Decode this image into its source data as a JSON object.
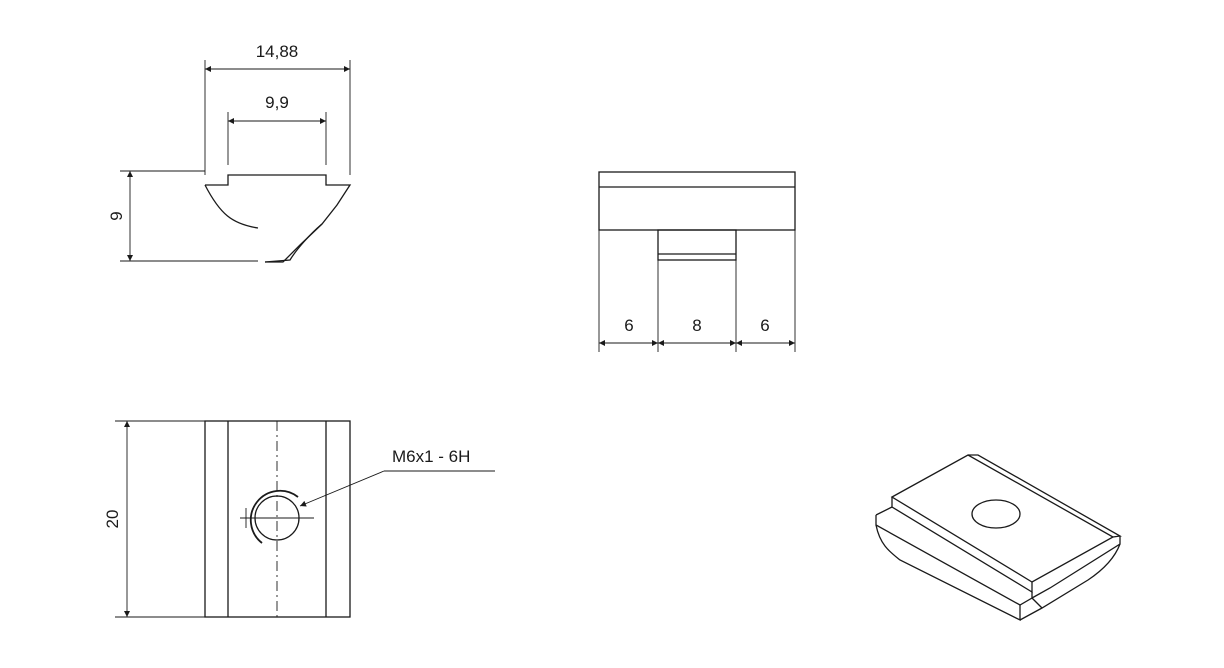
{
  "dimensions": {
    "front_top_width": "14,88",
    "front_inner_width": "9,9",
    "front_height": "9",
    "side_left": "6",
    "side_middle": "8",
    "side_right": "6",
    "plan_length": "20"
  },
  "callouts": {
    "thread": "M6x1 - 6H"
  }
}
